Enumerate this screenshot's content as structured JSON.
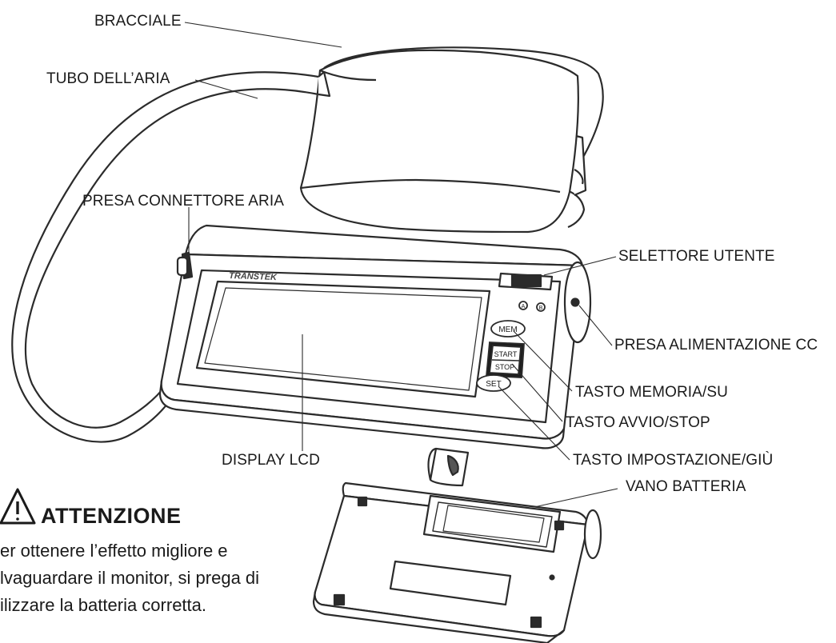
{
  "labels": {
    "cuff": "BRACCIALE",
    "air_tube": "TUBO DELL’ARIA",
    "air_connector": "PRESA CONNETTORE ARIA",
    "user_selector": "SELETTORE UTENTE",
    "dc_jack": "PRESA ALIMENTAZIONE CC",
    "memory_button": "TASTO MEMORIA/SU",
    "start_stop_button": "TASTO AVVIO/STOP",
    "set_button": "TASTO IMPOSTAZIONE/GIÙ",
    "lcd_display": "DISPLAY LCD",
    "battery_compartment": "VANO BATTERIA"
  },
  "device": {
    "brand": "TRANSTEK",
    "mem_key": "MEM",
    "start_key": "START",
    "stop_key": "STOP",
    "set_key": "SET",
    "user_a": "A",
    "user_b": "B"
  },
  "warning": {
    "title": "ATTENZIONE",
    "lines": [
      "er ottenere l’effetto migliore e",
      "lvaguardare il monitor, si prega di",
      "ilizzare la batteria corretta."
    ]
  }
}
